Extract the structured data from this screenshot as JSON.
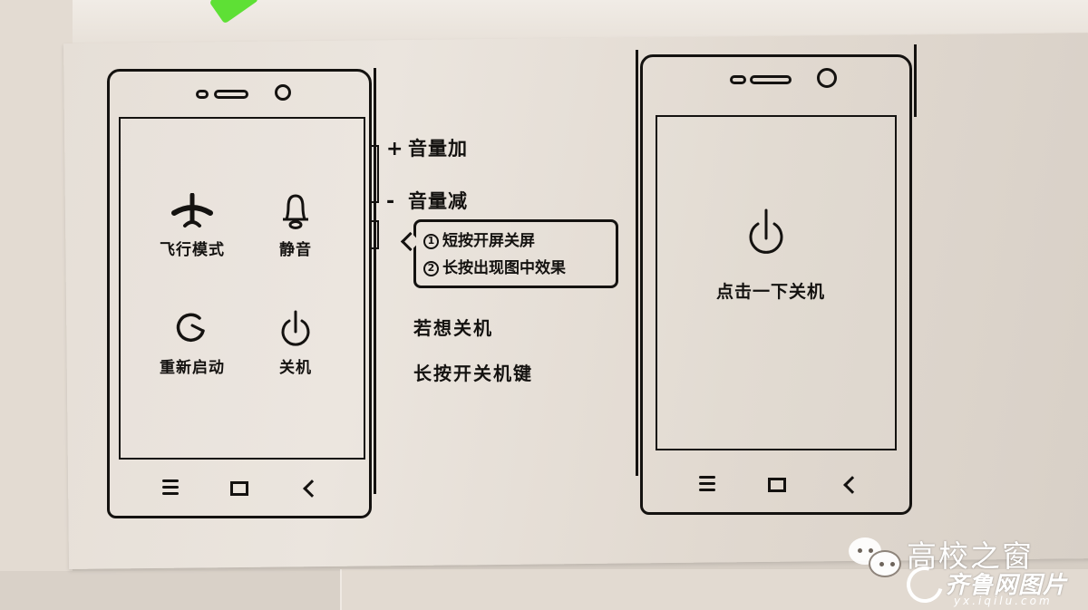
{
  "left_phone": {
    "tiles": [
      {
        "id": "airplane",
        "icon": "airplane-icon",
        "label": "飞行模式"
      },
      {
        "id": "silent",
        "icon": "bell-icon",
        "label": "静音"
      },
      {
        "id": "restart",
        "icon": "restart-icon",
        "label": "重新启动"
      },
      {
        "id": "power-off",
        "icon": "power-icon",
        "label": "关机"
      }
    ],
    "nav": [
      "menu",
      "home",
      "back"
    ]
  },
  "side_annotations": {
    "volume_up": {
      "sign": "+",
      "label": "音量加"
    },
    "volume_down": {
      "sign": "-",
      "label": "音量减"
    },
    "power_bubble": {
      "items": [
        {
          "num": "1",
          "text": "短按开屏关屏"
        },
        {
          "num": "2",
          "text": "长按出现图中效果"
        }
      ]
    },
    "note_lines": [
      "若想关机",
      "长按开关机键"
    ]
  },
  "right_phone": {
    "icon": "power-icon",
    "label": "点击一下关机",
    "nav": [
      "menu",
      "home",
      "back"
    ]
  },
  "watermark": {
    "title": "高校之窗",
    "brand": "齐鲁网图片",
    "url": "yx.iqilu.com"
  }
}
